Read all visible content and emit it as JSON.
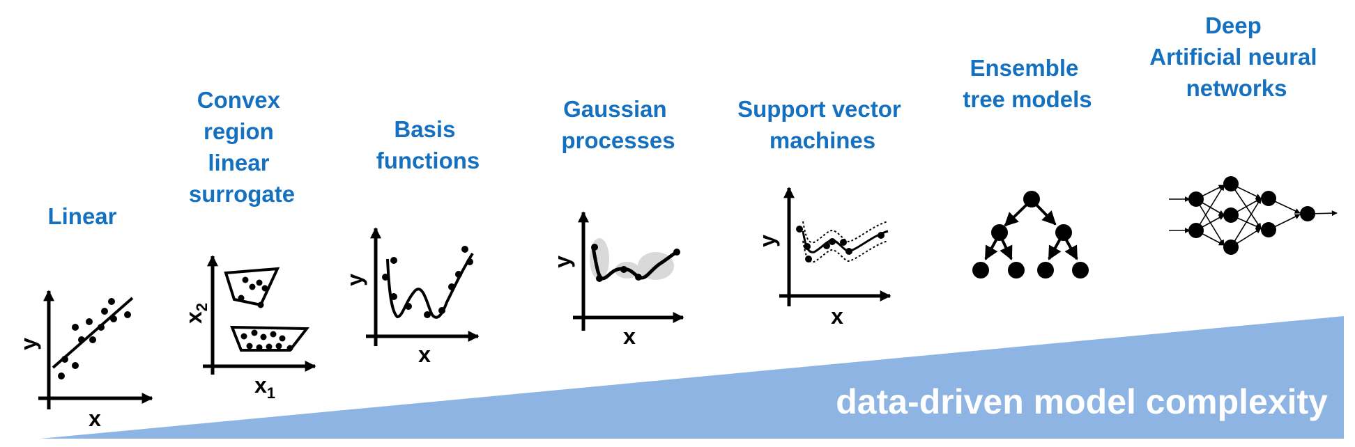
{
  "banner_text": "data-driven model complexity",
  "colors": {
    "title": "#1670C0",
    "banner": "#8DB4E2",
    "ink": "#000000",
    "band": "#D9D9D9"
  },
  "models": [
    {
      "title_lines": [
        "Linear"
      ],
      "x_label": "x",
      "y_label": "y"
    },
    {
      "title_lines": [
        "Convex",
        "region",
        "linear",
        "surrogate"
      ],
      "x_label": "x",
      "x_sub": "1",
      "y_label": "x",
      "y_sub": "2"
    },
    {
      "title_lines": [
        "Basis",
        "functions"
      ],
      "x_label": "x",
      "y_label": "y"
    },
    {
      "title_lines": [
        "Gaussian",
        "processes"
      ],
      "x_label": "x",
      "y_label": "y"
    },
    {
      "title_lines": [
        "Support vector",
        "machines"
      ],
      "x_label": "x",
      "y_label": "y"
    },
    {
      "title_lines": [
        "Ensemble",
        "tree models"
      ]
    },
    {
      "title_lines": [
        "Deep",
        "Artificial neural",
        "networks"
      ]
    }
  ]
}
